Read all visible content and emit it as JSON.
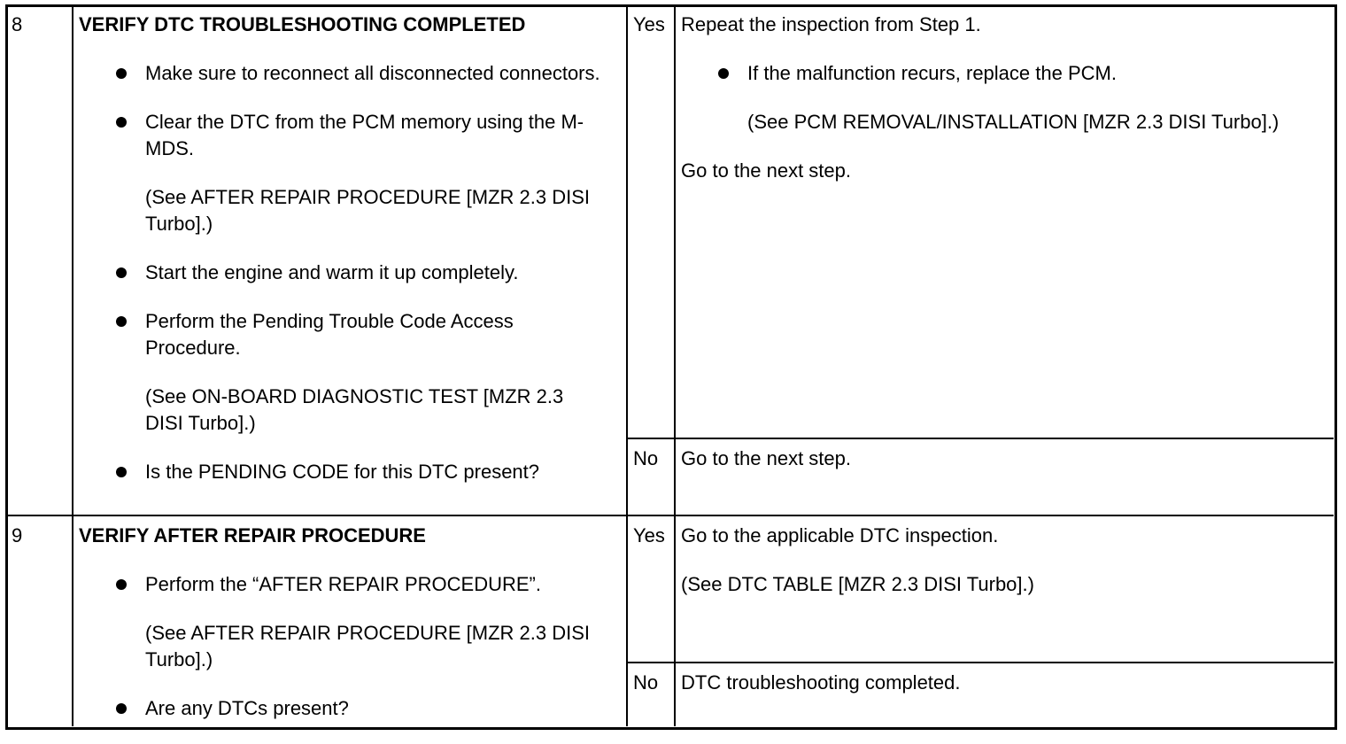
{
  "rows": [
    {
      "step": "8",
      "title": "VERIFY DTC TROUBLESHOOTING COMPLETED",
      "items": [
        {
          "text": "Make sure to reconnect all disconnected connectors."
        },
        {
          "text": "Clear the DTC from the PCM memory using the M-MDS.",
          "ref": "(See AFTER REPAIR PROCEDURE [MZR 2.3 DISI Turbo].)"
        },
        {
          "text": "Start the engine and warm it up completely."
        },
        {
          "text": "Perform the Pending Trouble Code Access Procedure.",
          "ref": "(See ON-BOARD DIAGNOSTIC TEST [MZR 2.3 DISI Turbo].)"
        },
        {
          "text": "Is the PENDING CODE for this DTC present?"
        }
      ],
      "yes_label": "Yes",
      "yes": {
        "line1": "Repeat the inspection from Step 1.",
        "bullet": "If the malfunction recurs, replace the PCM.",
        "ref": "(See PCM REMOVAL/INSTALLATION [MZR 2.3 DISI Turbo].)",
        "line2": "Go to the next step."
      },
      "no_label": "No",
      "no": "Go to the next step."
    },
    {
      "step": "9",
      "title": "VERIFY AFTER REPAIR PROCEDURE",
      "items": [
        {
          "text": "Perform the “AFTER REPAIR PROCEDURE”.",
          "ref": "(See AFTER REPAIR PROCEDURE [MZR 2.3 DISI Turbo].)"
        },
        {
          "text": "Are any DTCs present?"
        }
      ],
      "yes_label": "Yes",
      "yes": {
        "line1": "Go to the applicable DTC inspection.",
        "ref": "(See DTC TABLE [MZR 2.3 DISI Turbo].)"
      },
      "no_label": "No",
      "no": "DTC troubleshooting completed."
    }
  ]
}
